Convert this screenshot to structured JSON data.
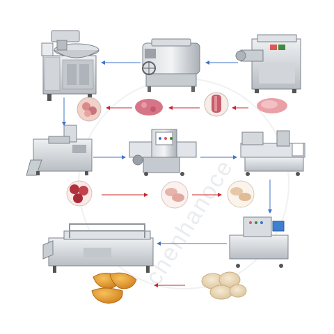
{
  "watermark": {
    "text": "chenhanoce"
  },
  "colors": {
    "steel_light": "#e4e7ea",
    "steel_mid": "#b9bec4",
    "steel_dark": "#7c838b",
    "conveyor_blue": "#3f7fd0",
    "arrow_red": "#c8282e",
    "arrow_blue": "#3e73c8",
    "meat_pink": "#d97a86",
    "meat_red": "#b2323c",
    "breaded": "#e9d7b4",
    "fried": "#e39a2a"
  },
  "stages": [
    {
      "name": "bowl-cutter-machine"
    },
    {
      "name": "vacuum-meat-mixer"
    },
    {
      "name": "meat-grinder-machine"
    },
    {
      "name": "patty-forming-machine"
    },
    {
      "name": "batter-coating-machine"
    },
    {
      "name": "breading-machine"
    },
    {
      "name": "continuous-fryer"
    },
    {
      "name": "pre-dusting-machine"
    }
  ],
  "products": [
    {
      "name": "minced-meat-chopped"
    },
    {
      "name": "ground-meat"
    },
    {
      "name": "grinder-output-meat"
    },
    {
      "name": "raw-meat-slab"
    },
    {
      "name": "formed-patties"
    },
    {
      "name": "battered-patties"
    },
    {
      "name": "breaded-patties"
    },
    {
      "name": "crumb-coated-patties"
    },
    {
      "name": "fried-nuggets"
    }
  ]
}
